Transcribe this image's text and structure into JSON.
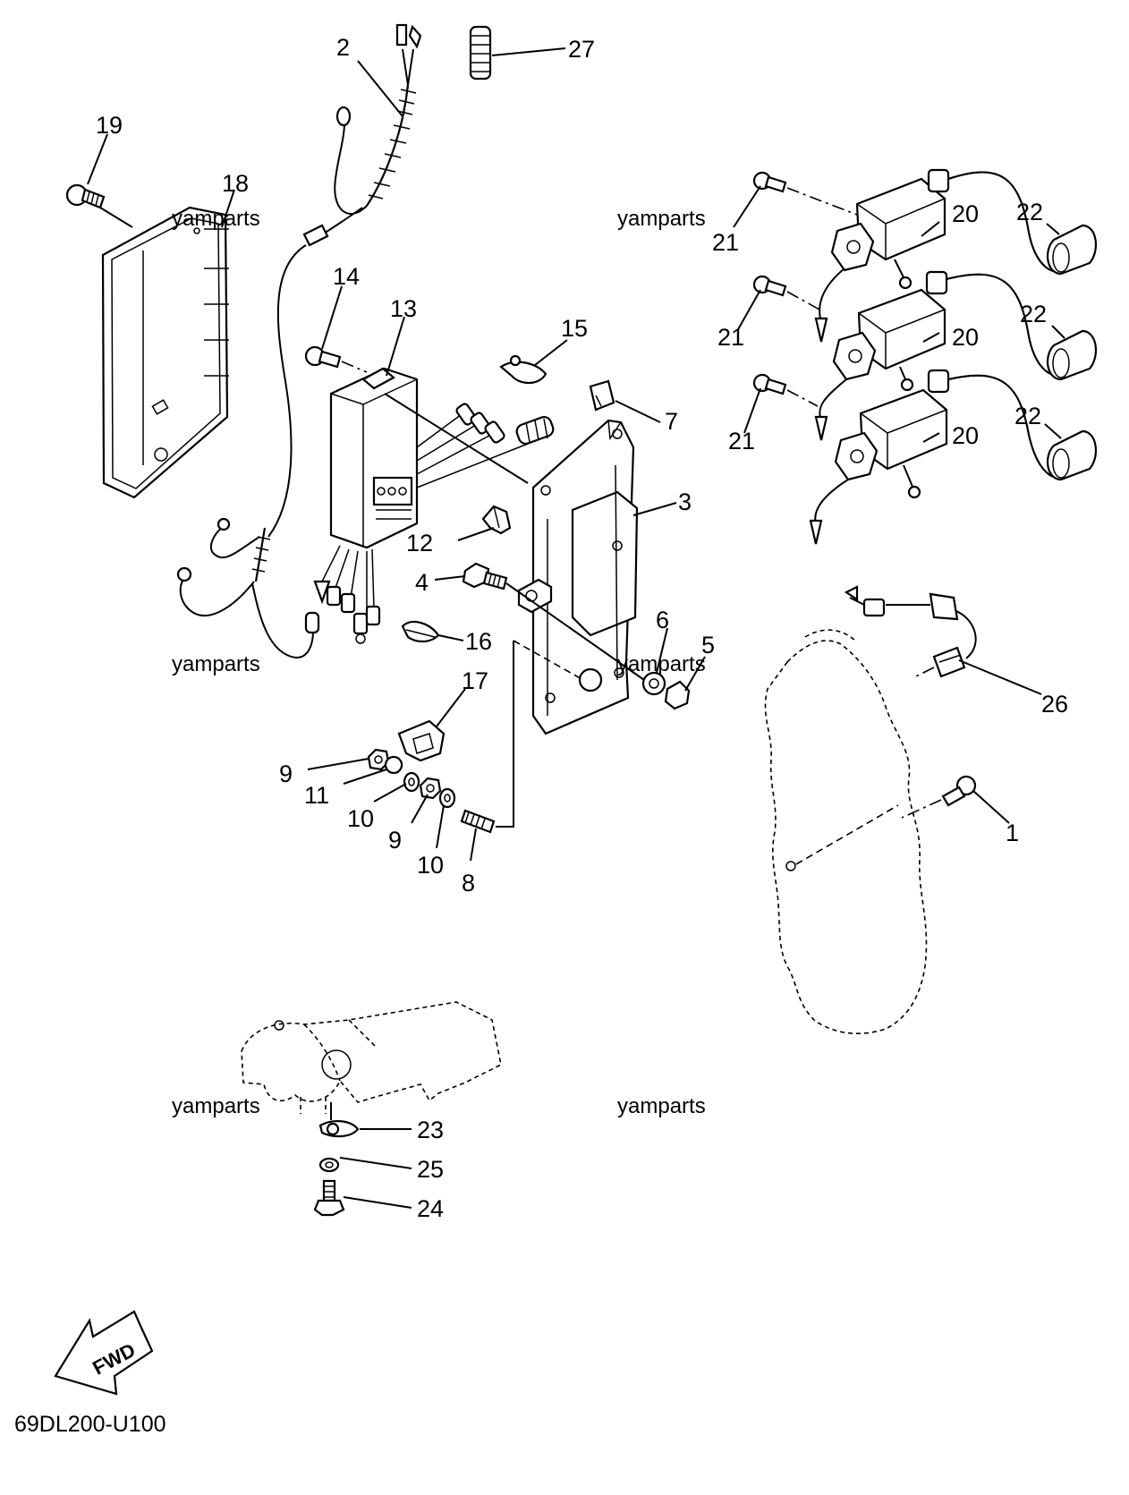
{
  "diagram_code": "69DL200-U100",
  "direction_label": "FWD",
  "watermark_text": "yamparts",
  "watermark_count": 6,
  "callouts": [
    {
      "id": "c1",
      "label": "1"
    },
    {
      "id": "c2",
      "label": "2"
    },
    {
      "id": "c3",
      "label": "3"
    },
    {
      "id": "c4",
      "label": "4"
    },
    {
      "id": "c5",
      "label": "5"
    },
    {
      "id": "c6",
      "label": "6"
    },
    {
      "id": "c7",
      "label": "7"
    },
    {
      "id": "c8",
      "label": "8"
    },
    {
      "id": "c9a",
      "label": "9"
    },
    {
      "id": "c9b",
      "label": "9"
    },
    {
      "id": "c10a",
      "label": "10"
    },
    {
      "id": "c10b",
      "label": "10"
    },
    {
      "id": "c11",
      "label": "11"
    },
    {
      "id": "c12",
      "label": "12"
    },
    {
      "id": "c13",
      "label": "13"
    },
    {
      "id": "c14",
      "label": "14"
    },
    {
      "id": "c15",
      "label": "15"
    },
    {
      "id": "c16",
      "label": "16"
    },
    {
      "id": "c17",
      "label": "17"
    },
    {
      "id": "c18",
      "label": "18"
    },
    {
      "id": "c19",
      "label": "19"
    },
    {
      "id": "c20a",
      "label": "20"
    },
    {
      "id": "c20b",
      "label": "20"
    },
    {
      "id": "c20c",
      "label": "20"
    },
    {
      "id": "c21a",
      "label": "21"
    },
    {
      "id": "c21b",
      "label": "21"
    },
    {
      "id": "c21c",
      "label": "21"
    },
    {
      "id": "c22a",
      "label": "22"
    },
    {
      "id": "c22b",
      "label": "22"
    },
    {
      "id": "c22c",
      "label": "22"
    },
    {
      "id": "c23",
      "label": "23"
    },
    {
      "id": "c24",
      "label": "24"
    },
    {
      "id": "c25",
      "label": "25"
    },
    {
      "id": "c26",
      "label": "26"
    },
    {
      "id": "c27",
      "label": "27"
    }
  ]
}
